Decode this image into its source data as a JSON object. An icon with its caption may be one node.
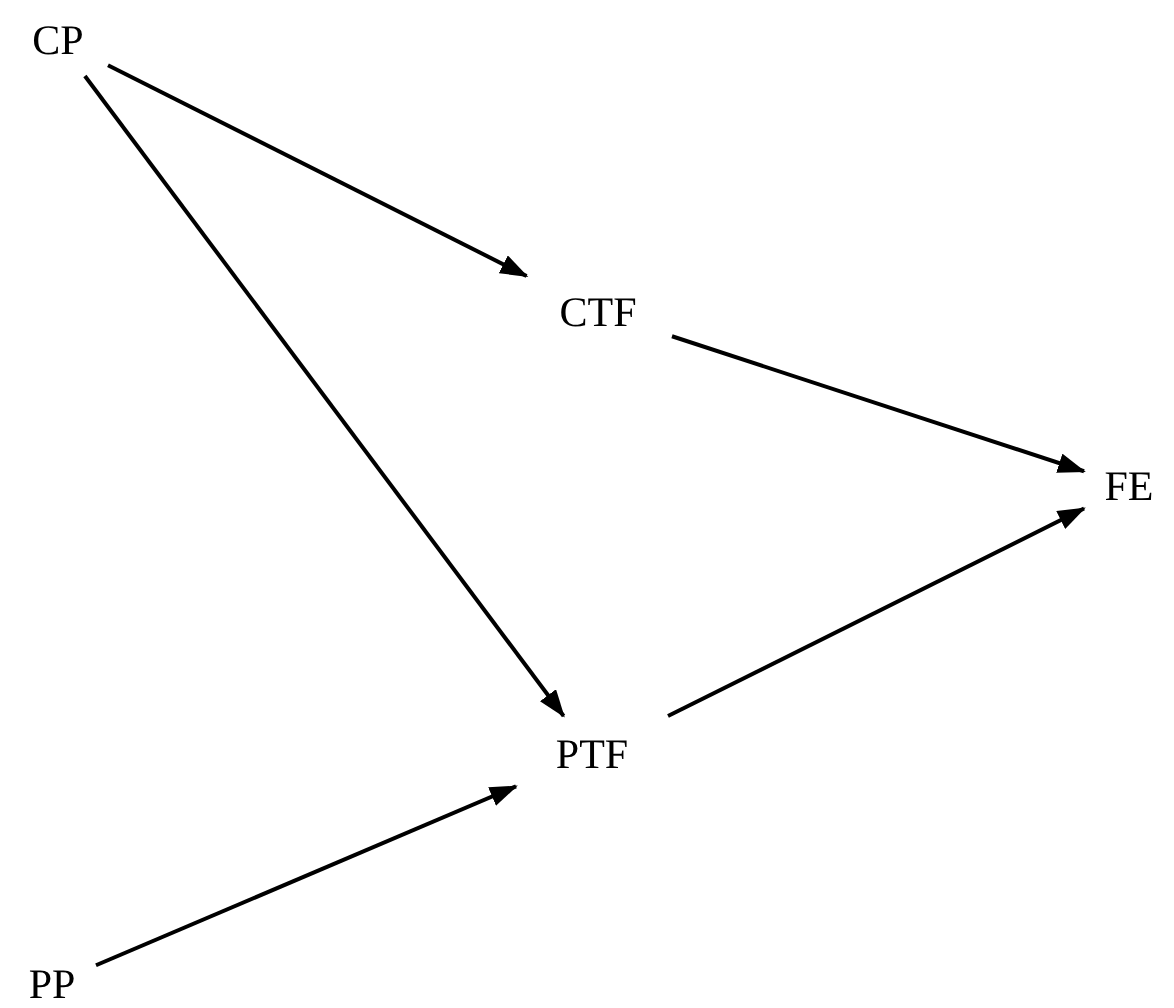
{
  "diagram": {
    "nodes": [
      {
        "text": [
          "CP"
        ]
      },
      {
        "text": [
          "CTF"
        ]
      },
      {
        "text": [
          "FE"
        ]
      },
      {
        "text": [
          "PTF"
        ]
      },
      {
        "text": [
          "PP"
        ]
      }
    ],
    "edges": [
      {
        "from": 0,
        "to": 1,
        "arrow": "to"
      },
      {
        "from": 0,
        "to": 3,
        "arrow": "to"
      },
      {
        "from": 1,
        "to": 2,
        "arrow": "to"
      },
      {
        "from": 3,
        "to": 2,
        "arrow": "to"
      },
      {
        "from": 4,
        "to": 3,
        "arrow": "to"
      }
    ]
  }
}
